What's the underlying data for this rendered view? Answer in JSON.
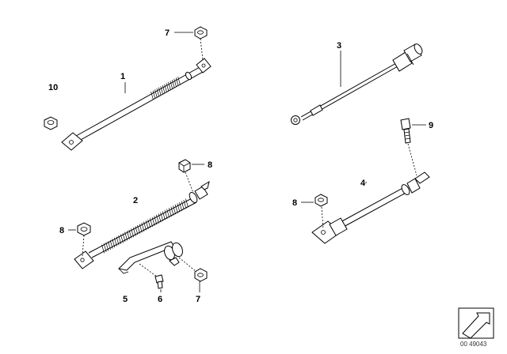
{
  "callouts": {
    "c1": "1",
    "c2": "2",
    "c3": "3",
    "c4": "4",
    "c5": "5",
    "c6": "6",
    "c7_top": "7",
    "c7_bottom": "7",
    "c8_top": "8",
    "c8_left": "8",
    "c8_right": "8",
    "c9": "9",
    "c10": "10"
  },
  "reference_number": "00 49043",
  "icons": {
    "corner": "arrow-box-icon"
  }
}
